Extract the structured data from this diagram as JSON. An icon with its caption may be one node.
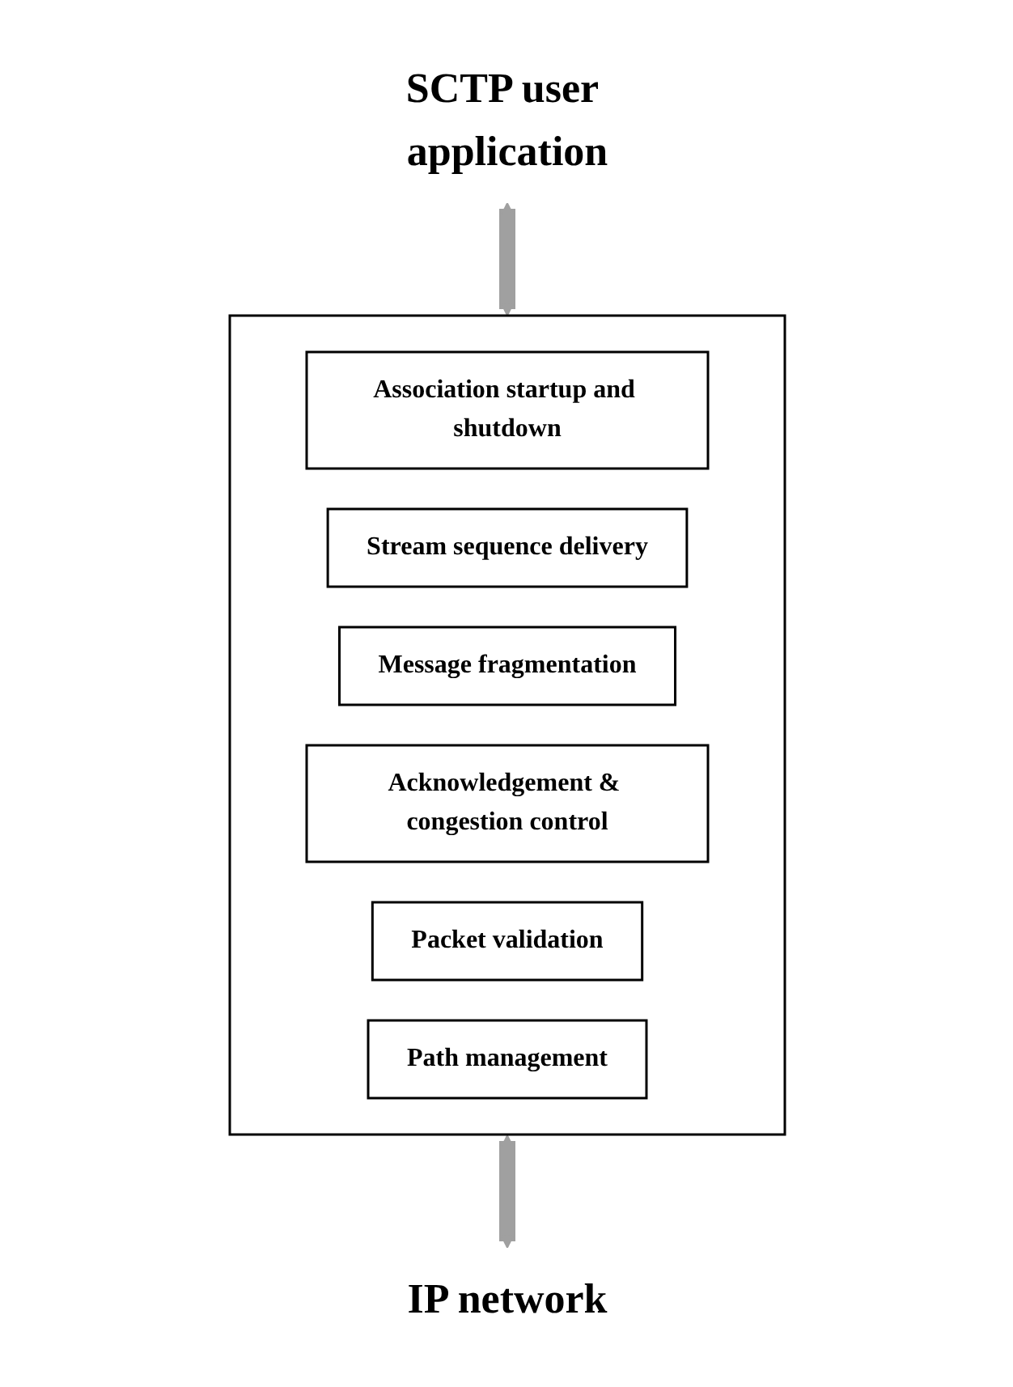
{
  "diagram": {
    "nodes": [
      {
        "text": [
          "SCTP user application"
        ]
      },
      {
        "text": [],
        "shape": "box"
      },
      {
        "text": [
          "Association startup and shutdown"
        ],
        "in": 1
      },
      {
        "text": [
          "Stream sequence delivery"
        ],
        "in": 1
      },
      {
        "text": [
          "Message fragmentation"
        ],
        "in": 1
      },
      {
        "text": [
          "Acknowledgement & congestion control"
        ],
        "in": 1
      },
      {
        "text": [
          "Packet validation"
        ],
        "in": 1
      },
      {
        "text": [
          "Path management"
        ],
        "in": 1
      },
      {
        "text": [
          "IP network"
        ]
      }
    ],
    "edges": [
      {
        "from": 0,
        "to": 1,
        "arrow": "both"
      },
      {
        "from": 1,
        "to": 8,
        "arrow": "both"
      }
    ]
  }
}
